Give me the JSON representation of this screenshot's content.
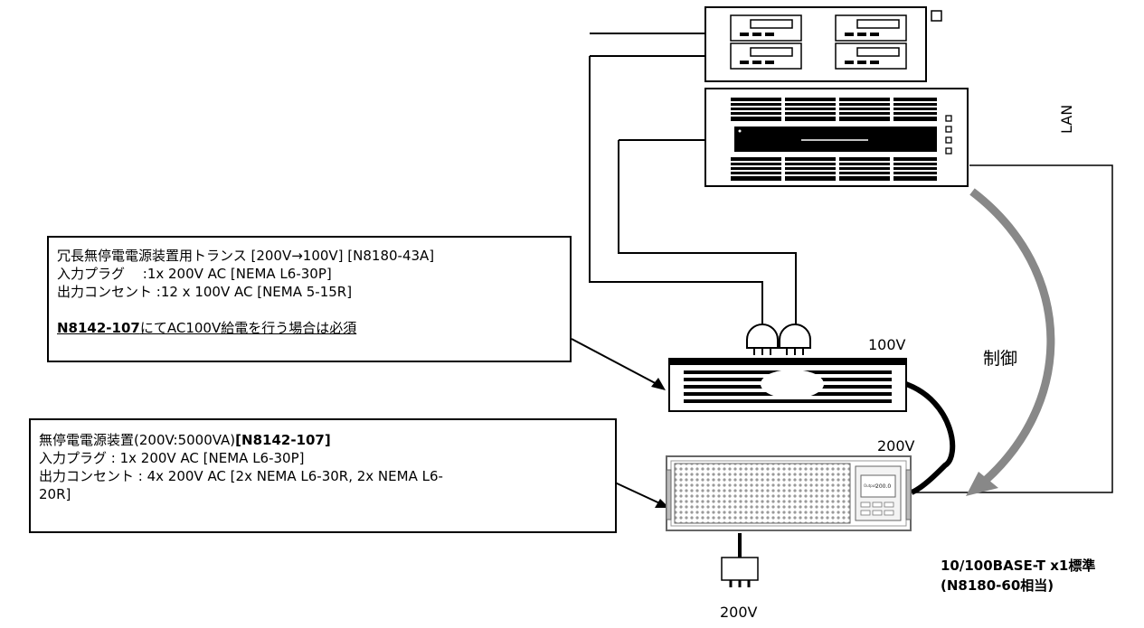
{
  "transformer_box": {
    "line1": "冗長無停電電源装置用トランス [200V→100V] [N8180-43A]",
    "line2": "入力プラグ　 :1x 200V AC [NEMA L6-30P]",
    "line3": "出力コンセント :12 x 100V AC [NEMA 5-15R]",
    "note_model": "N8142-107",
    "note_rest": "にてAC100V給電を行う場合は必須"
  },
  "ups_box": {
    "line1_prefix": "無停電電源装置(200V:5000VA)",
    "line1_model": "[N8142-107]",
    "line2": "入力プラグ : 1x 200V AC [NEMA L6-30P]",
    "line3": "出力コンセント : 4x 200V AC [2x NEMA L6-30R, 2x NEMA L6-",
    "line4": "20R]"
  },
  "labels": {
    "lan": "LAN",
    "control": "制御",
    "v100": "100V",
    "v200_ups": "200V",
    "v200_bottom": "200V",
    "network_line1": "10/100BASE-T x1標準",
    "network_line2": "(N8180-60相当)"
  },
  "ups_panel": {
    "output": "Output",
    "value": "200.0"
  }
}
